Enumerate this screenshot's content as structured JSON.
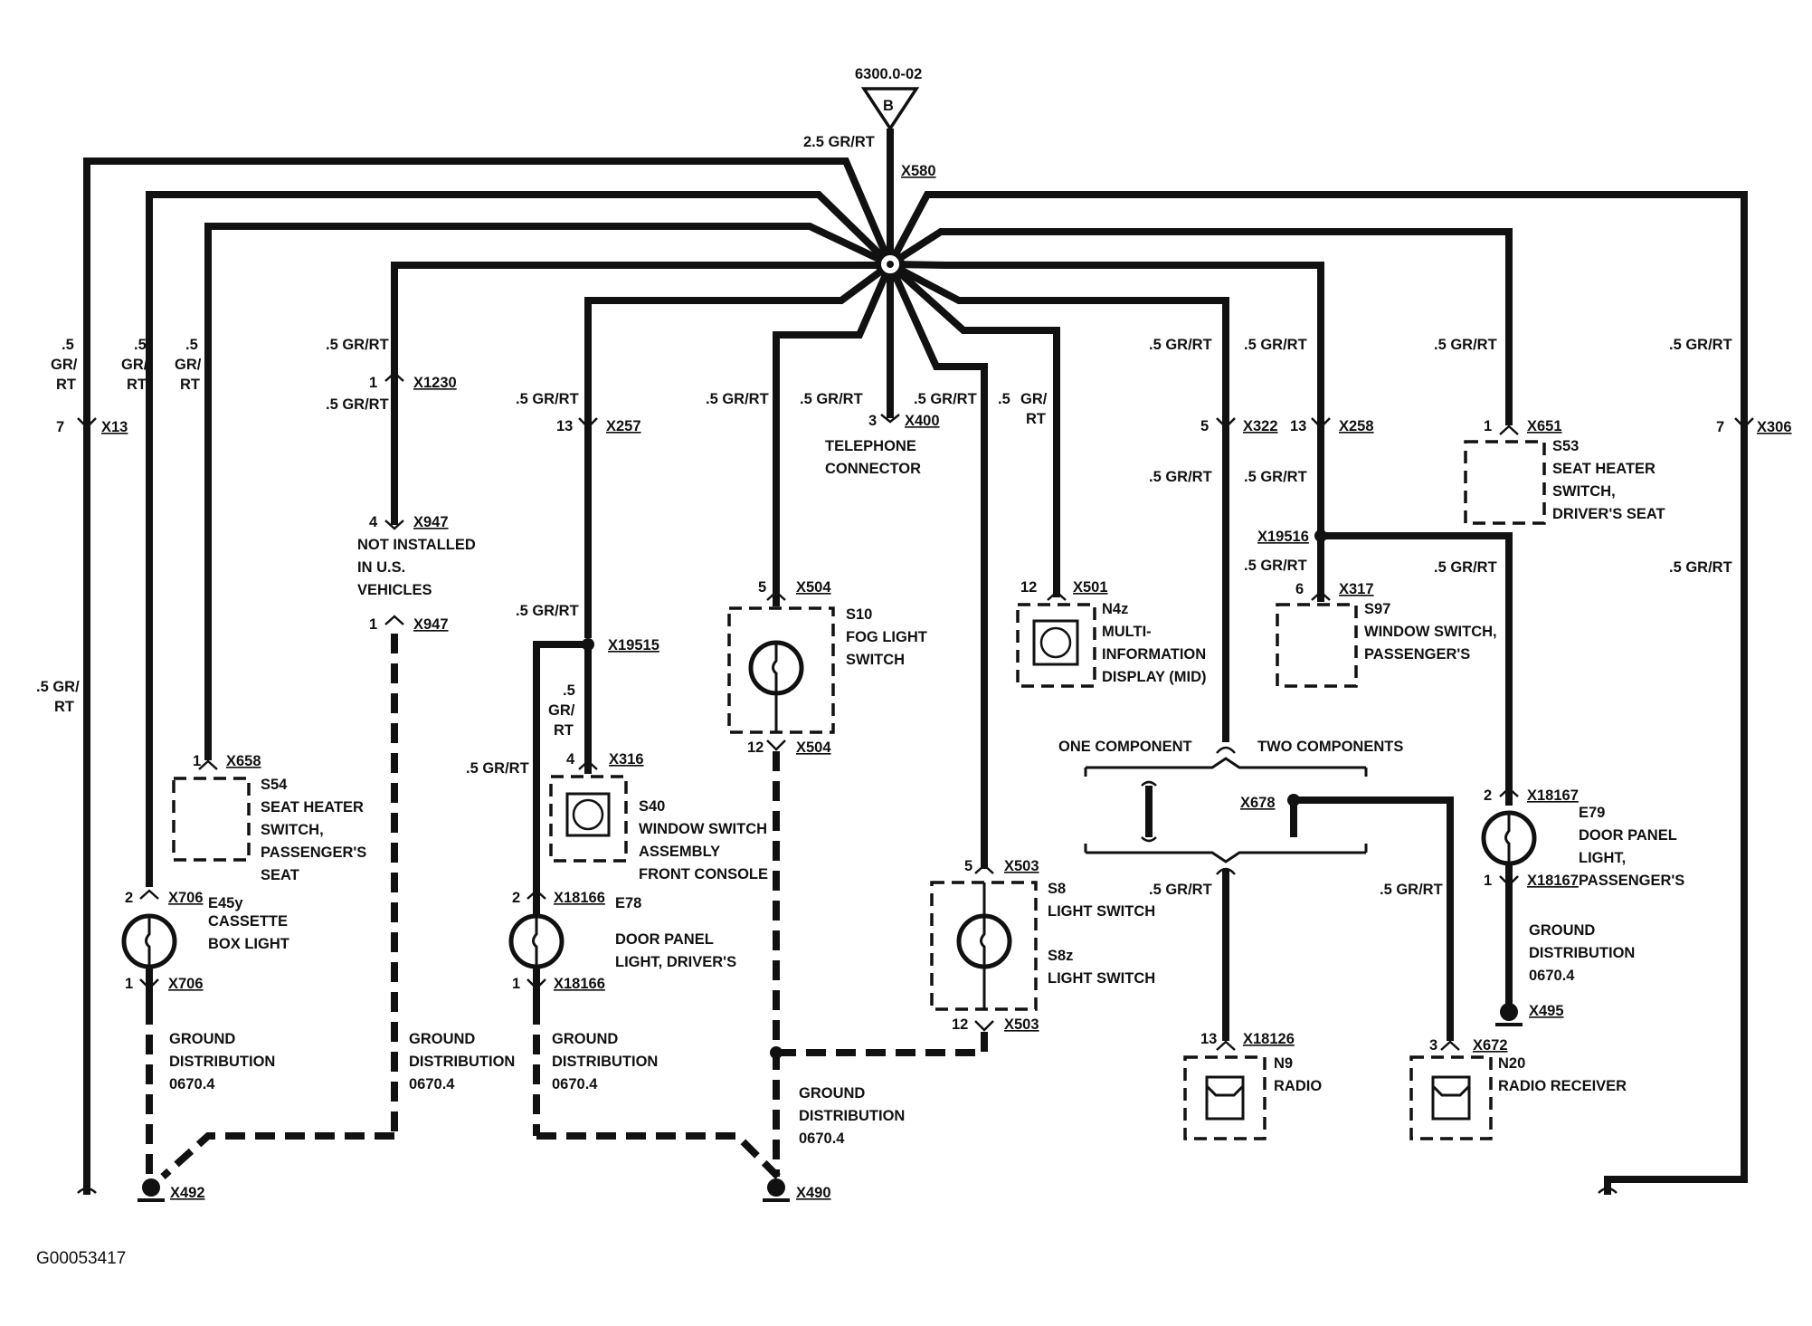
{
  "diagram": {
    "page_ref": "6300.0-02",
    "node_letter": "B",
    "main_wire": "2.5 GR/RT",
    "splice": "X580",
    "figure_id": "G00053417",
    "wire": ".5 GR/RT",
    "wire_l1": ".5",
    "wire_l2": "GR/",
    "wire_l3": "RT",
    "wire_gr_l1": ".5 GR/",
    "wire_gr_l2": "RT",
    "branches": {
      "x13": {
        "pin": "7",
        "conn": "X13"
      },
      "x706": {
        "pin_top": "2",
        "pin_bot": "1",
        "conn": "X706",
        "id": "E45y",
        "line1": "CASSETTE",
        "line2": "BOX LIGHT"
      },
      "x658": {
        "pin": "1",
        "conn": "X658",
        "id": "S54",
        "line1": "SEAT HEATER",
        "line2": "SWITCH,",
        "line3": "PASSENGER'S",
        "line4": "SEAT"
      },
      "x1230": {
        "pin": "1",
        "conn": "X1230"
      },
      "x947": {
        "pin_top": "4",
        "pin_bot": "1",
        "conn": "X947",
        "line1": "NOT INSTALLED",
        "line2": "IN U.S.",
        "line3": "VEHICLES"
      },
      "x257": {
        "pin": "13",
        "conn": "X257"
      },
      "x19515": {
        "conn": "X19515"
      },
      "x316": {
        "pin": "4",
        "conn": "X316",
        "id": "S40",
        "line1": "WINDOW SWITCH",
        "line2": "ASSEMBLY",
        "line3": "FRONT CONSOLE"
      },
      "x18166": {
        "pin_top": "2",
        "pin_bot": "1",
        "conn": "X18166",
        "id": "E78",
        "line1": "DOOR PANEL",
        "line2": "LIGHT, DRIVER'S"
      },
      "x504": {
        "pin_top": "5",
        "pin_bot": "12",
        "conn": "X504",
        "id": "S10",
        "line1": "FOG LIGHT",
        "line2": "SWITCH"
      },
      "x400": {
        "pin": "3",
        "conn": "X400",
        "line1": "TELEPHONE",
        "line2": "CONNECTOR"
      },
      "x503": {
        "pin_top": "5",
        "pin_bot": "12",
        "conn": "X503",
        "id1": "S8",
        "line1": "LIGHT SWITCH",
        "id2": "S8z",
        "line2": "LIGHT SWITCH"
      },
      "x501": {
        "pin": "12",
        "conn": "X501",
        "id": "N4z",
        "line1": "MULTI-",
        "line2": "INFORMATION",
        "line3": "DISPLAY (MID)"
      },
      "x322": {
        "pin": "5",
        "conn": "X322"
      },
      "x258": {
        "pin": "13",
        "conn": "X258"
      },
      "x19516": {
        "conn": "X19516"
      },
      "x317": {
        "pin": "6",
        "conn": "X317",
        "id": "S97",
        "line1": "WINDOW SWITCH,",
        "line2": "PASSENGER'S"
      },
      "x651": {
        "pin": "1",
        "conn": "X651",
        "id": "S53",
        "line1": "SEAT HEATER",
        "line2": "SWITCH,",
        "line3": "DRIVER'S SEAT"
      },
      "x306": {
        "pin": "7",
        "conn": "X306"
      },
      "x18167": {
        "pin_top": "2",
        "pin_bot": "1",
        "conn": "X18167",
        "id": "E79",
        "line1": "DOOR PANEL",
        "line2": "LIGHT,",
        "line3": "PASSENGER'S"
      },
      "x678": {
        "conn": "X678",
        "one": "ONE COMPONENT",
        "two": "TWO COMPONENTS"
      },
      "x18126": {
        "pin": "13",
        "conn": "X18126",
        "id": "N9",
        "line1": "RADIO"
      },
      "x672": {
        "pin": "3",
        "conn": "X672",
        "id": "N20",
        "line1": "RADIO RECEIVER"
      }
    },
    "ground": {
      "line1": "GROUND",
      "line2": "DISTRIBUTION",
      "line3": "0670.4",
      "g1": "X492",
      "g2": "X490",
      "g3": "X495"
    }
  }
}
